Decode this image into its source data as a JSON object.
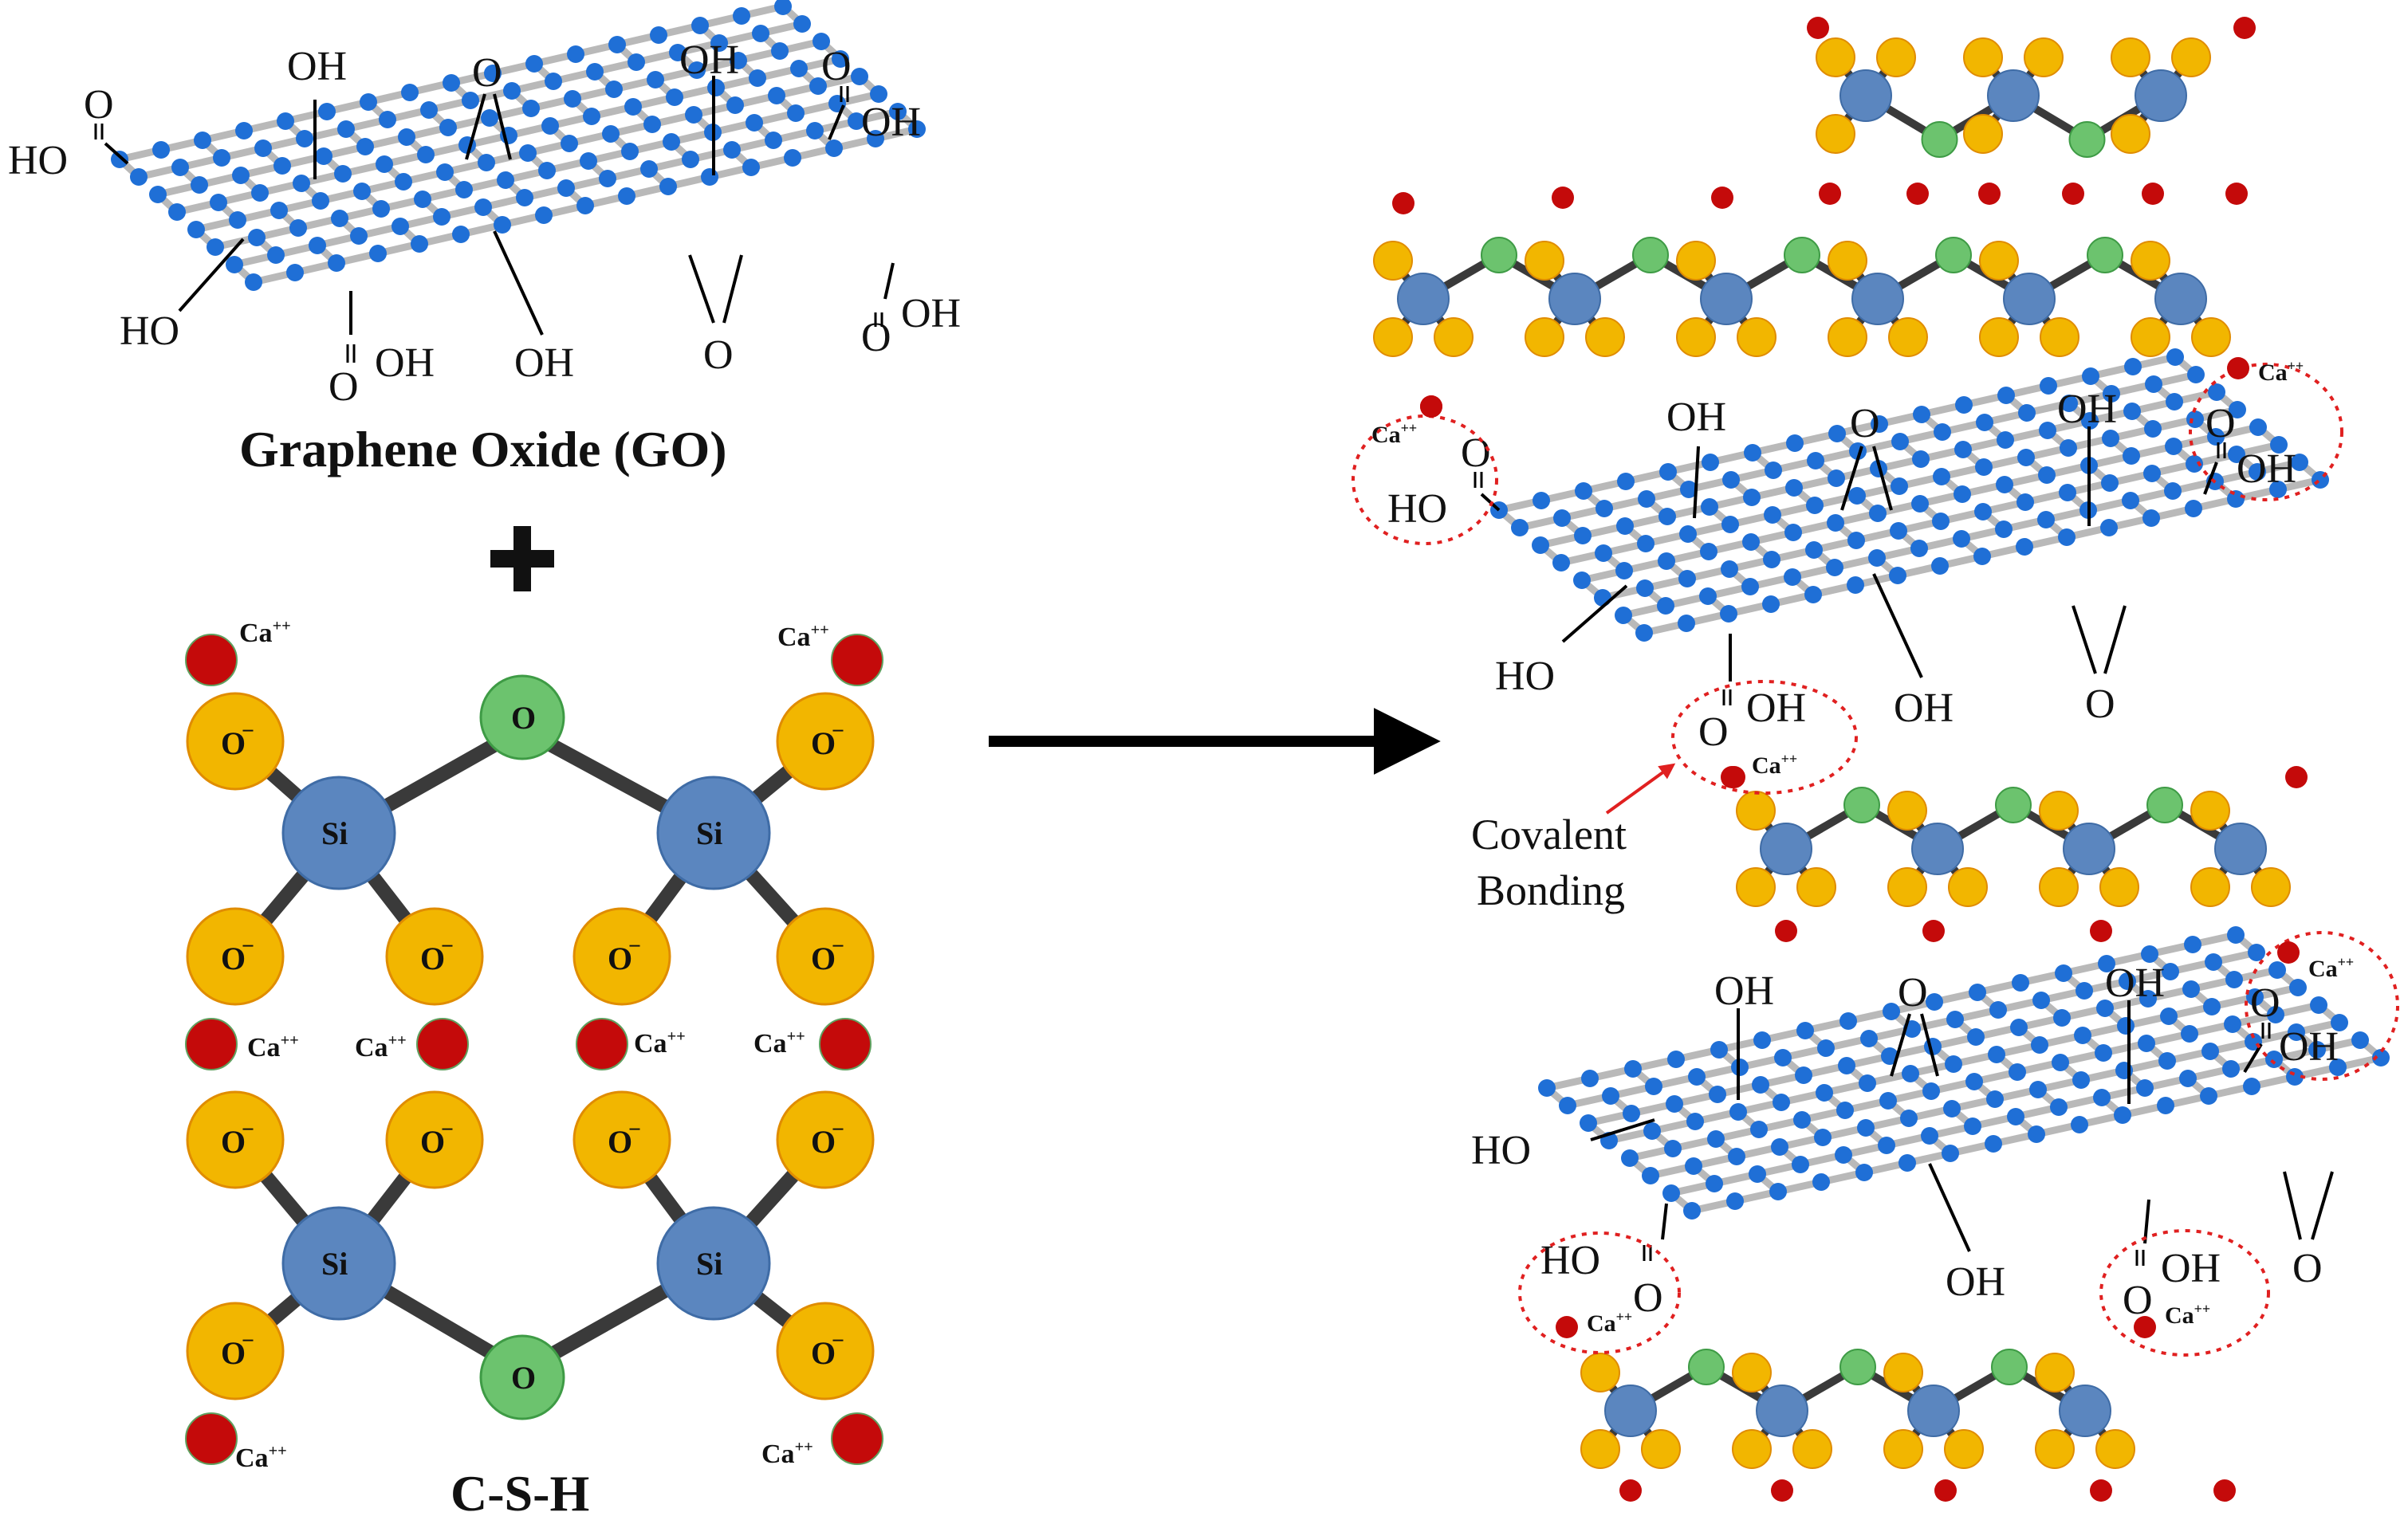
{
  "colors": {
    "carbon": "#1f6fd6",
    "bond": "#b9b9b9",
    "line": "#000000",
    "oxygen_ion": "#f2b600",
    "oxygen_ion_edge": "#e08c00",
    "silicon": "#5b86bf",
    "silicon_edge": "#3f6ca6",
    "bridge_oxygen": "#6cc36e",
    "bridge_oxygen_edge": "#3e9b45",
    "calcium": "#c40a0a",
    "covalent_marker": "#e02020"
  },
  "icons": {
    "arrow": "right-arrow-icon",
    "plus": "plus-icon"
  },
  "labels": {
    "go_title": "Graphene Oxide (GO)",
    "plus": "+",
    "csh_title": "C-S-H",
    "covalent_line1": "Covalent",
    "covalent_line2": "Bonding",
    "oh": "OH",
    "ho": "HO",
    "o": "O",
    "ca": "Ca",
    "ca_charge": "++",
    "si": "Si",
    "o_minus": "O",
    "minus": "−"
  }
}
